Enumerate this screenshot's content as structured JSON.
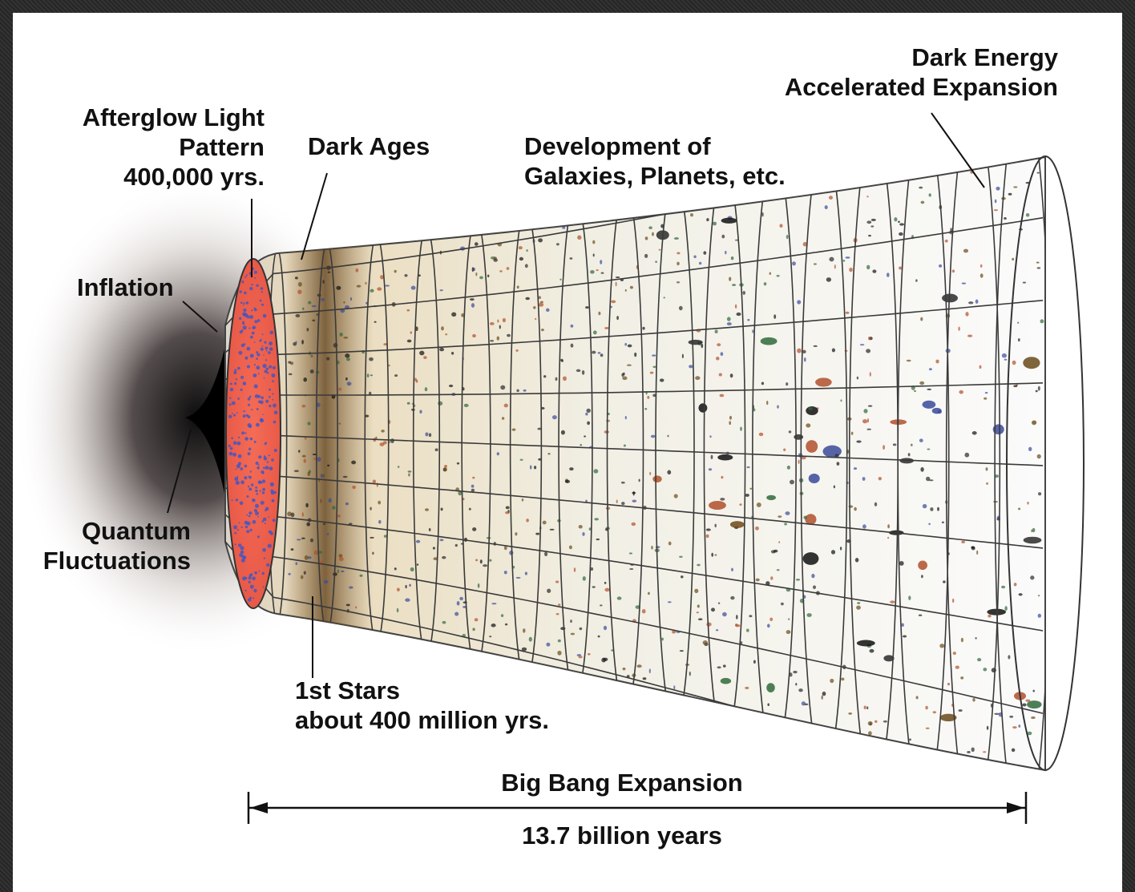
{
  "labels": {
    "afterglow": [
      "Afterglow Light",
      "Pattern",
      "400,000 yrs."
    ],
    "dark_ages": "Dark Ages",
    "development": [
      "Development of",
      "Galaxies, Planets, etc."
    ],
    "dark_energy": [
      "Dark Energy",
      "Accelerated Expansion"
    ],
    "inflation": "Inflation",
    "quantum": [
      "Quantum",
      "Fluctuations"
    ],
    "first_stars": [
      "1st Stars",
      "about 400 million yrs."
    ],
    "expansion_title": "Big Bang Expansion",
    "expansion_span": "13.7 billion years"
  },
  "colors": {
    "background": "#ffffff",
    "afterglow_disk": "#f26a4f",
    "afterglow_dots": "#3a55c8",
    "grid_lines": "#3a3a3a",
    "text": "#111111"
  }
}
